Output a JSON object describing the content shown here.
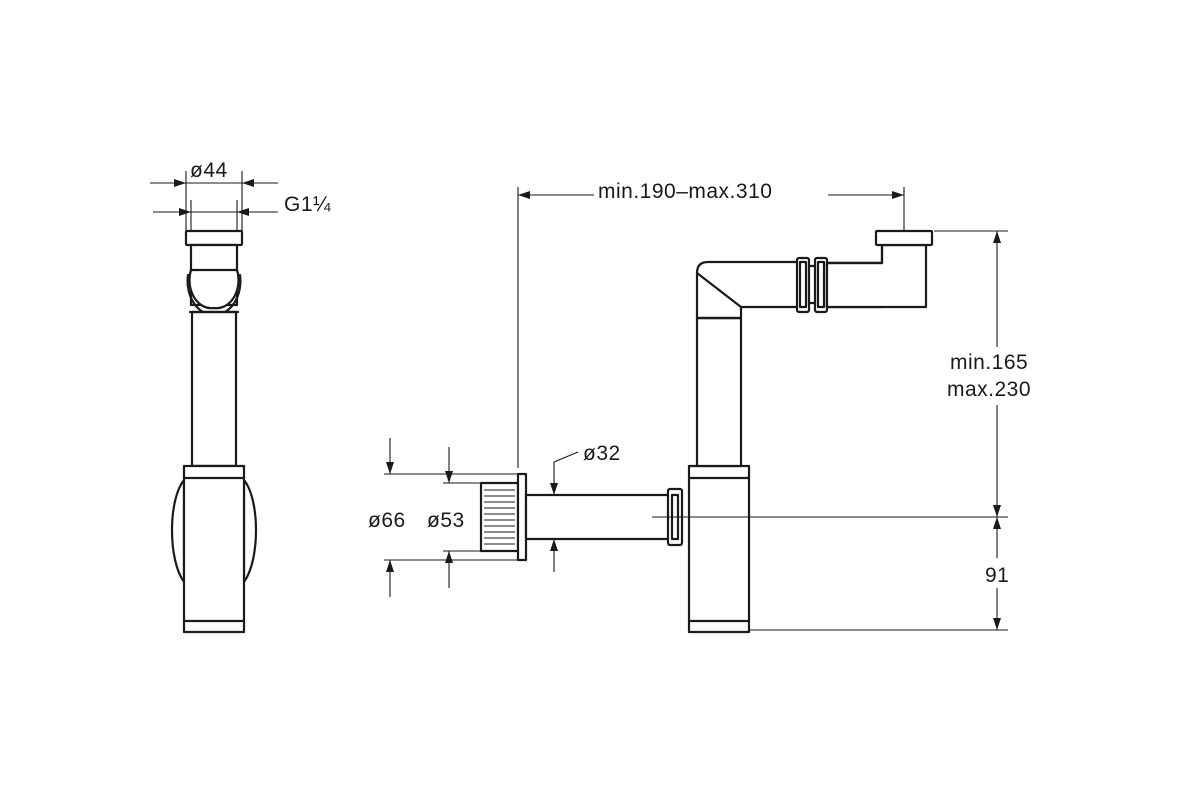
{
  "labels": {
    "diam_44": "ø44",
    "thread": "G1¼",
    "length_range": "min.190–max.310",
    "height_min": "min.165",
    "height_max": "max.230",
    "diam_32": "ø32",
    "diam_66": "ø66",
    "diam_53": "ø53",
    "dim_91": "91"
  },
  "views": {
    "side": "side-view",
    "front": "front-view"
  }
}
